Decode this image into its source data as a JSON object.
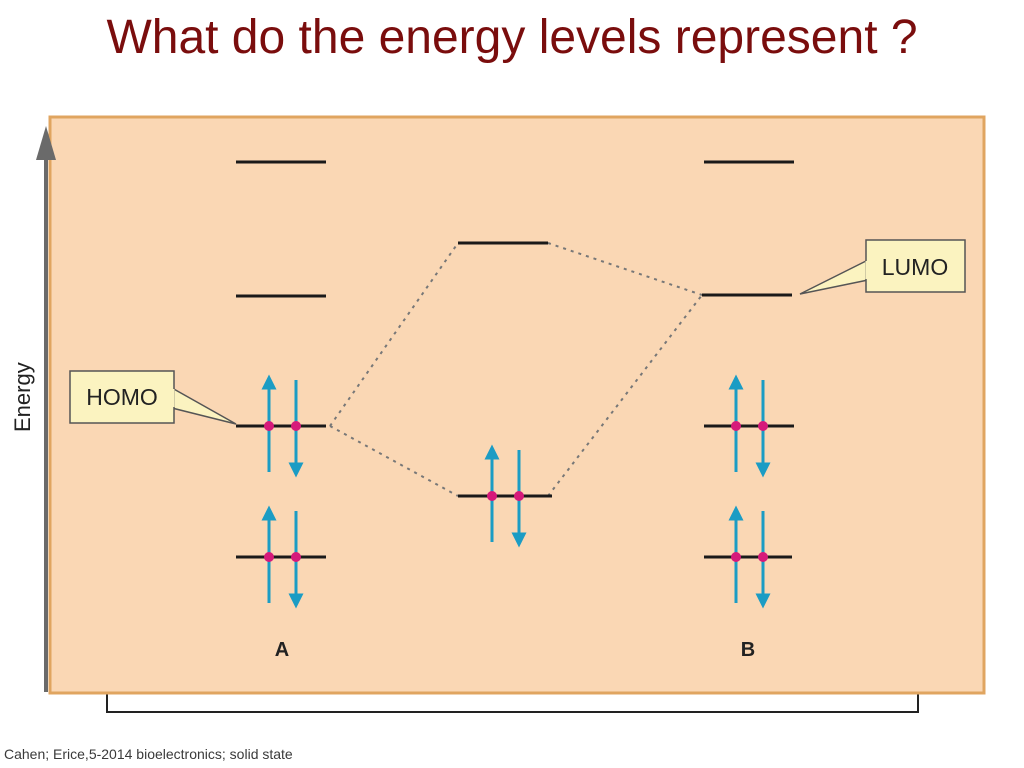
{
  "slide": {
    "title": "What do the energy levels represent ?",
    "footer": "Cahen; Erice,5-2014 bioelectronics; solid state"
  },
  "diagram": {
    "axis_label": "Energy",
    "homo_label": "HOMO",
    "lumo_label": "LUMO",
    "molecule_a_label": "A",
    "molecule_b_label": "B",
    "colors": {
      "panel_fill": "#fad7b4",
      "panel_border": "#e0a560",
      "callout_fill": "#fbf3c0",
      "level_line": "#1a1a1a",
      "electron_arrow": "#1b9cc4",
      "electron_dot": "#d6197a",
      "connector": "#777777"
    }
  }
}
